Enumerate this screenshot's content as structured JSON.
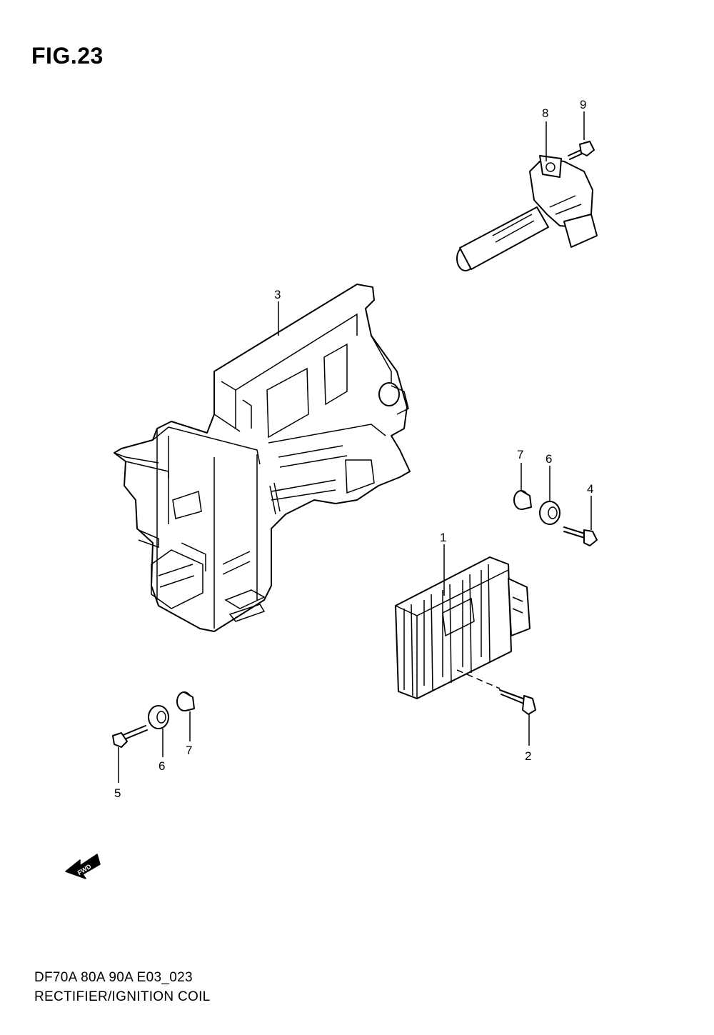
{
  "figure": {
    "title": "FIG.23"
  },
  "callouts": [
    {
      "id": "1",
      "label": "1"
    },
    {
      "id": "2",
      "label": "2"
    },
    {
      "id": "3",
      "label": "3"
    },
    {
      "id": "4",
      "label": "4"
    },
    {
      "id": "5",
      "label": "5"
    },
    {
      "id": "6a",
      "label": "6"
    },
    {
      "id": "6b",
      "label": "6"
    },
    {
      "id": "7a",
      "label": "7"
    },
    {
      "id": "7b",
      "label": "7"
    },
    {
      "id": "8",
      "label": "8"
    },
    {
      "id": "9",
      "label": "9"
    }
  ],
  "fwd_arrow": {
    "label": "FWD",
    "icon": "fwd-arrow-icon"
  },
  "footer": {
    "model_code": "DF70A 80A 90A E03_023",
    "section_name": "RECTIFIER/IGNITION COIL"
  }
}
